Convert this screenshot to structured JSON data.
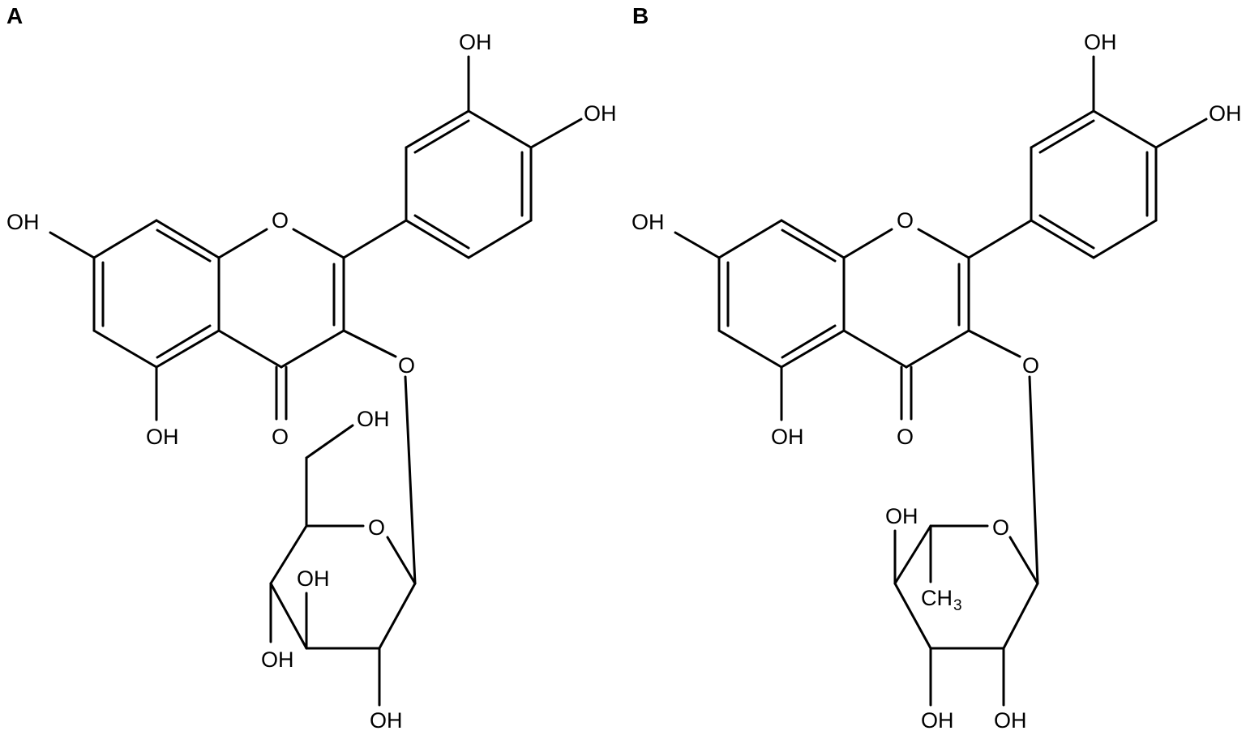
{
  "figure": {
    "panels": [
      {
        "label": "A",
        "atoms": {
          "oh_3p": "OH",
          "oh_4p": "OH",
          "oh_7": "OH",
          "ring_o": "O",
          "o_glyc": "O",
          "oh_5": "OH",
          "carbonyl_o": "O",
          "oh_6": "OH",
          "sugar_o": "O",
          "oh_4": "OH",
          "oh_3": "OH",
          "oh_2": "OH"
        }
      },
      {
        "label": "B",
        "atoms": {
          "oh_3p": "OH",
          "oh_4p": "OH",
          "oh_7": "OH",
          "ring_o": "O",
          "o_glyc": "O",
          "oh_5": "OH",
          "carbonyl_o": "O",
          "oh_4": "OH",
          "sugar_o": "O",
          "ch3": "CH",
          "ch3_sub": "3",
          "oh_3": "OH",
          "oh_2": "OH"
        }
      }
    ]
  },
  "colors": {
    "ink": "#000000",
    "background": "#ffffff"
  }
}
